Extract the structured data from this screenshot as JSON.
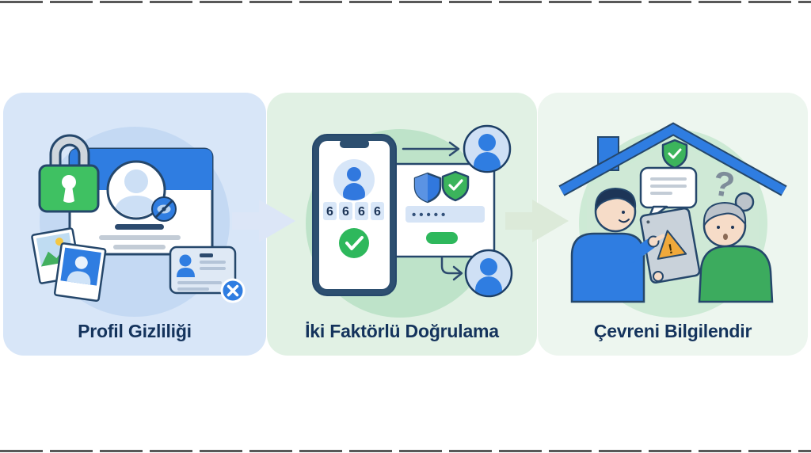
{
  "figure": {
    "kind": "three-step security awareness infographic",
    "language": "Turkish"
  },
  "steps": [
    {
      "id": "profile-privacy",
      "label": "Profil Gizliliği",
      "panel_bg": "#d8e6f8",
      "circle_bg": "#c4d9f3",
      "icons": [
        "padlock-icon",
        "profile-card",
        "avatar-icon",
        "hidden-eye-badge-icon",
        "landscape-photo-icon",
        "portrait-photo-icon",
        "id-card-icon",
        "remove-x-badge-icon"
      ]
    },
    {
      "id": "two-factor-authentication",
      "label": "İki Faktörlü Doğrulama",
      "panel_bg": "#e1f1e4",
      "circle_bg": "#bee3c9",
      "otp_code": [
        "6",
        "6",
        "6",
        "6"
      ],
      "masked_password": "•••••",
      "icons": [
        "smartphone-icon",
        "user-avatar-icon",
        "check-circle-icon",
        "shield-icon",
        "shield-check-icon",
        "password-field",
        "submit-button-pill",
        "arrow-icon",
        "user-avatar-top-icon",
        "user-avatar-bottom-icon"
      ]
    },
    {
      "id": "inform-your-circle",
      "label": "Çevreni Bilgilendir",
      "panel_bg": "#edf6ef",
      "circle_bg": "#cdead5",
      "question_mark": "?",
      "warning_mark": "!",
      "icons": [
        "house-roof-icon",
        "chimney-icon",
        "shield-check-icon",
        "speech-bubble-icon",
        "question-mark",
        "man-figure",
        "tablet-icon",
        "warning-triangle-icon",
        "woman-figure"
      ]
    }
  ],
  "colors": {
    "title_text": "#14335c",
    "primary_blue": "#2f7de1",
    "success_green": "#2eb85c",
    "lock_green": "#3fc162",
    "warning_orange": "#f0a93b",
    "outline_navy": "#25476b",
    "flow_arrow_blue": "#dce6f7",
    "flow_arrow_green": "#dcead9"
  }
}
